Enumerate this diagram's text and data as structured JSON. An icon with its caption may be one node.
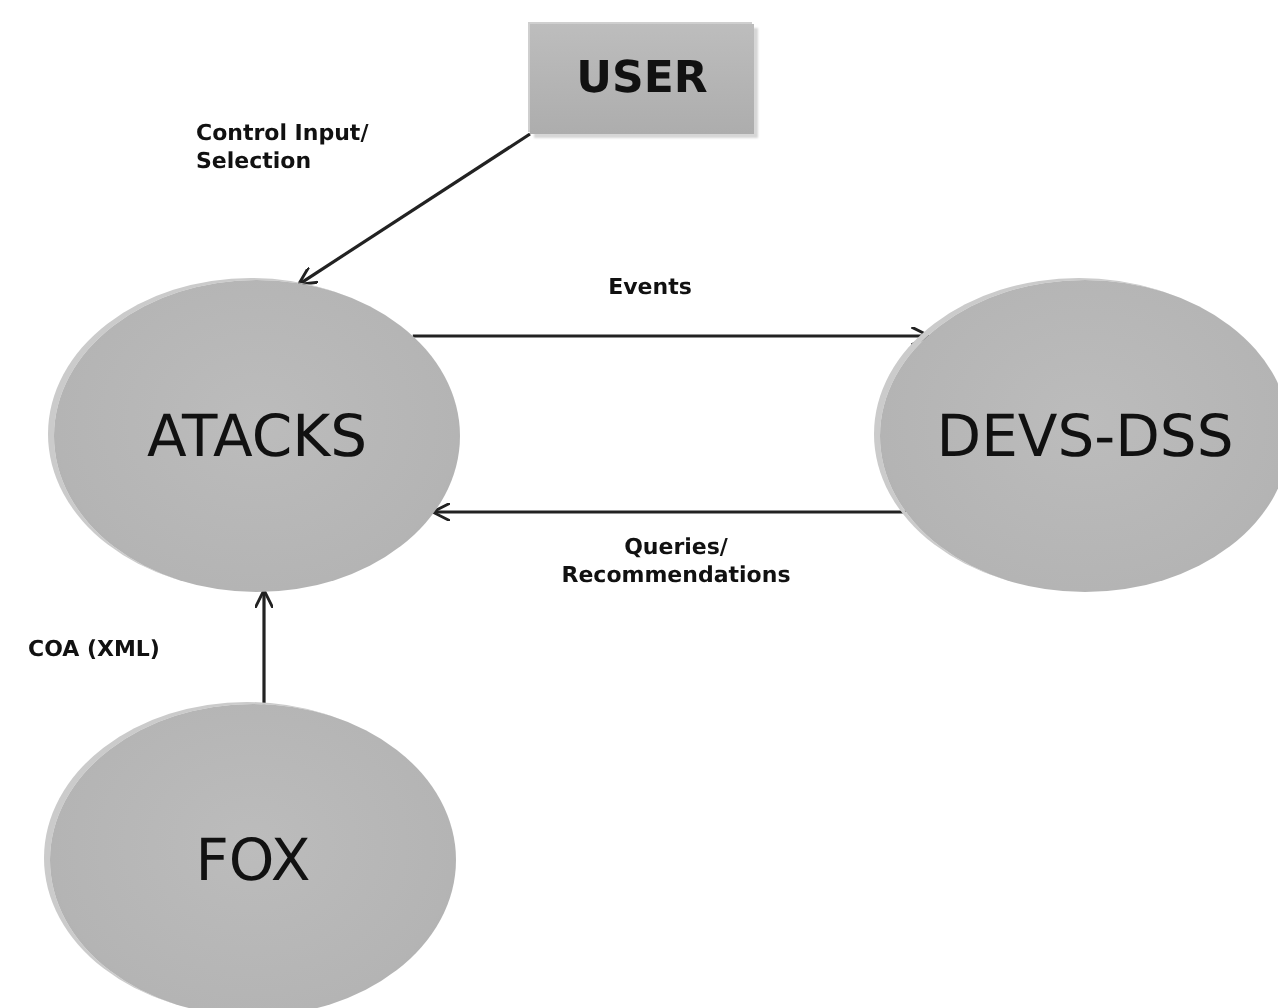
{
  "diagram": {
    "nodes": [
      {
        "text": [
          "USER"
        ]
      },
      {
        "text": [
          "ATACKS"
        ]
      },
      {
        "text": [
          "DEVS-DSS"
        ]
      },
      {
        "text": [
          "FOX"
        ]
      }
    ],
    "edges": [
      {
        "from": 0,
        "to": 1,
        "arrow": "to",
        "label": "Control Input/ Selection"
      },
      {
        "from": 1,
        "to": 2,
        "arrow": "to",
        "label": "Events"
      },
      {
        "from": 2,
        "to": 1,
        "arrow": "to",
        "label": "Queries/ Recommendations"
      },
      {
        "from": 3,
        "to": 1,
        "arrow": "to",
        "label": "COA (XML)"
      }
    ]
  }
}
